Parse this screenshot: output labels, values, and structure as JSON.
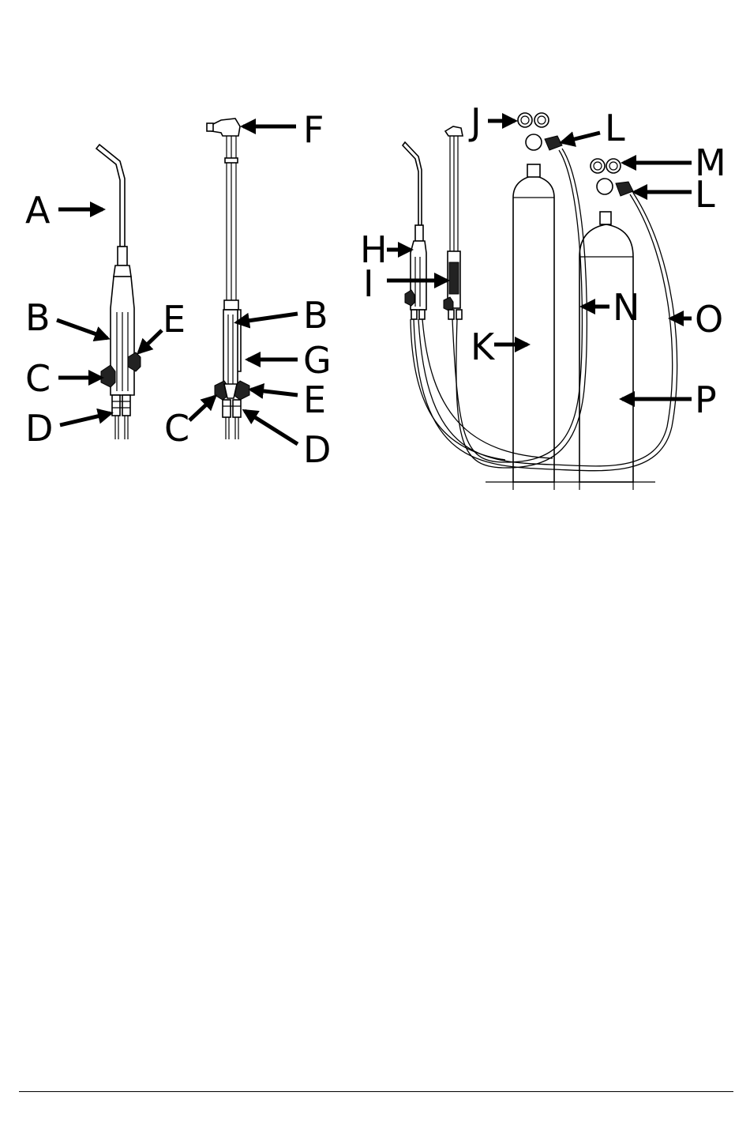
{
  "labels": {
    "A": "A",
    "B1": "B",
    "C1": "C",
    "D1": "D",
    "E1": "E",
    "F": "F",
    "B2": "B",
    "G": "G",
    "E2": "E",
    "C2": "C",
    "D2": "D",
    "H": "H",
    "I": "I",
    "J": "J",
    "L1": "L",
    "M": "M",
    "L2": "L",
    "K": "K",
    "N": "N",
    "O": "O",
    "P": "P"
  }
}
